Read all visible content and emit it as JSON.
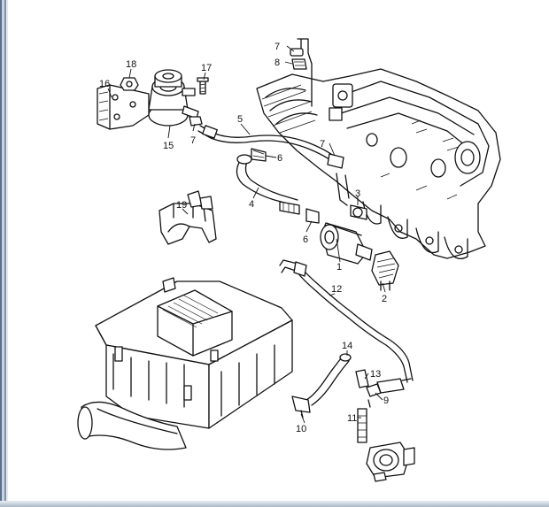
{
  "callouts": [
    {
      "id": "c1",
      "label": "1"
    },
    {
      "id": "c2",
      "label": "2"
    },
    {
      "id": "c3",
      "label": "3"
    },
    {
      "id": "c4",
      "label": "4"
    },
    {
      "id": "c5",
      "label": "5"
    },
    {
      "id": "c6a",
      "label": "6"
    },
    {
      "id": "c6b",
      "label": "6"
    },
    {
      "id": "c7a",
      "label": "7"
    },
    {
      "id": "c7b",
      "label": "7"
    },
    {
      "id": "c7c",
      "label": "7"
    },
    {
      "id": "c8",
      "label": "8"
    },
    {
      "id": "c9",
      "label": "9"
    },
    {
      "id": "c10",
      "label": "10"
    },
    {
      "id": "c11",
      "label": "11"
    },
    {
      "id": "c12",
      "label": "12"
    },
    {
      "id": "c13",
      "label": "13"
    },
    {
      "id": "c14",
      "label": "14"
    },
    {
      "id": "c15",
      "label": "15"
    },
    {
      "id": "c16",
      "label": "16"
    },
    {
      "id": "c17",
      "label": "17"
    },
    {
      "id": "c18",
      "label": "18"
    },
    {
      "id": "c19",
      "label": "19"
    }
  ]
}
